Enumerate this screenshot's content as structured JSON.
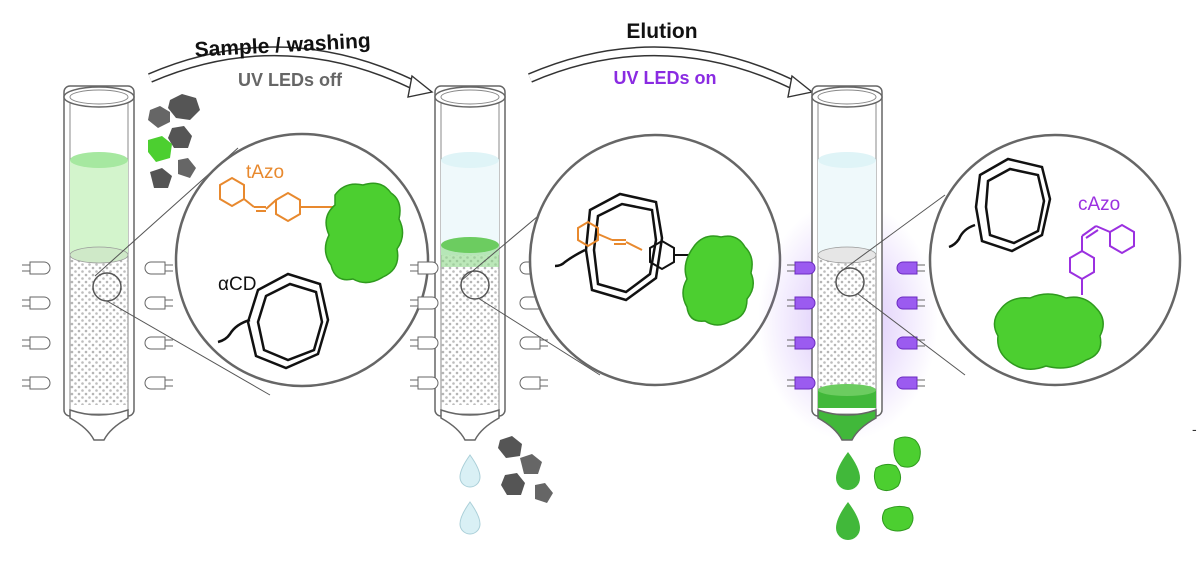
{
  "steps": {
    "left": {
      "title": "Sample / washing",
      "subtitle": "UV LEDs off",
      "subtitle_color": "#666666"
    },
    "right": {
      "title": "Elution",
      "subtitle": "UV LEDs on",
      "subtitle_color": "#8a2be2"
    }
  },
  "molecules": {
    "trans_azo": {
      "label": "tAzo",
      "color": "#e8892e"
    },
    "cyclodextrin": {
      "label": "αCD",
      "color": "#111111"
    },
    "cis_azo": {
      "label": "cAzo",
      "color": "#9b30e0"
    }
  },
  "colors": {
    "protein": "#4ccf30",
    "impurity": "#555555",
    "column_outline": "#666666",
    "beads": "#c9c9c9",
    "led_off": "#ffffff",
    "led_on": "#9b5bf0",
    "uv_glow": "#b48bf5",
    "liquid_green": "#a6e8a0",
    "liquid_blue": "#dff4f7",
    "drop_blue": "#d9f0f5",
    "drop_green": "#41b83a"
  },
  "stray_text": {
    "right_edge_mark": "-"
  }
}
